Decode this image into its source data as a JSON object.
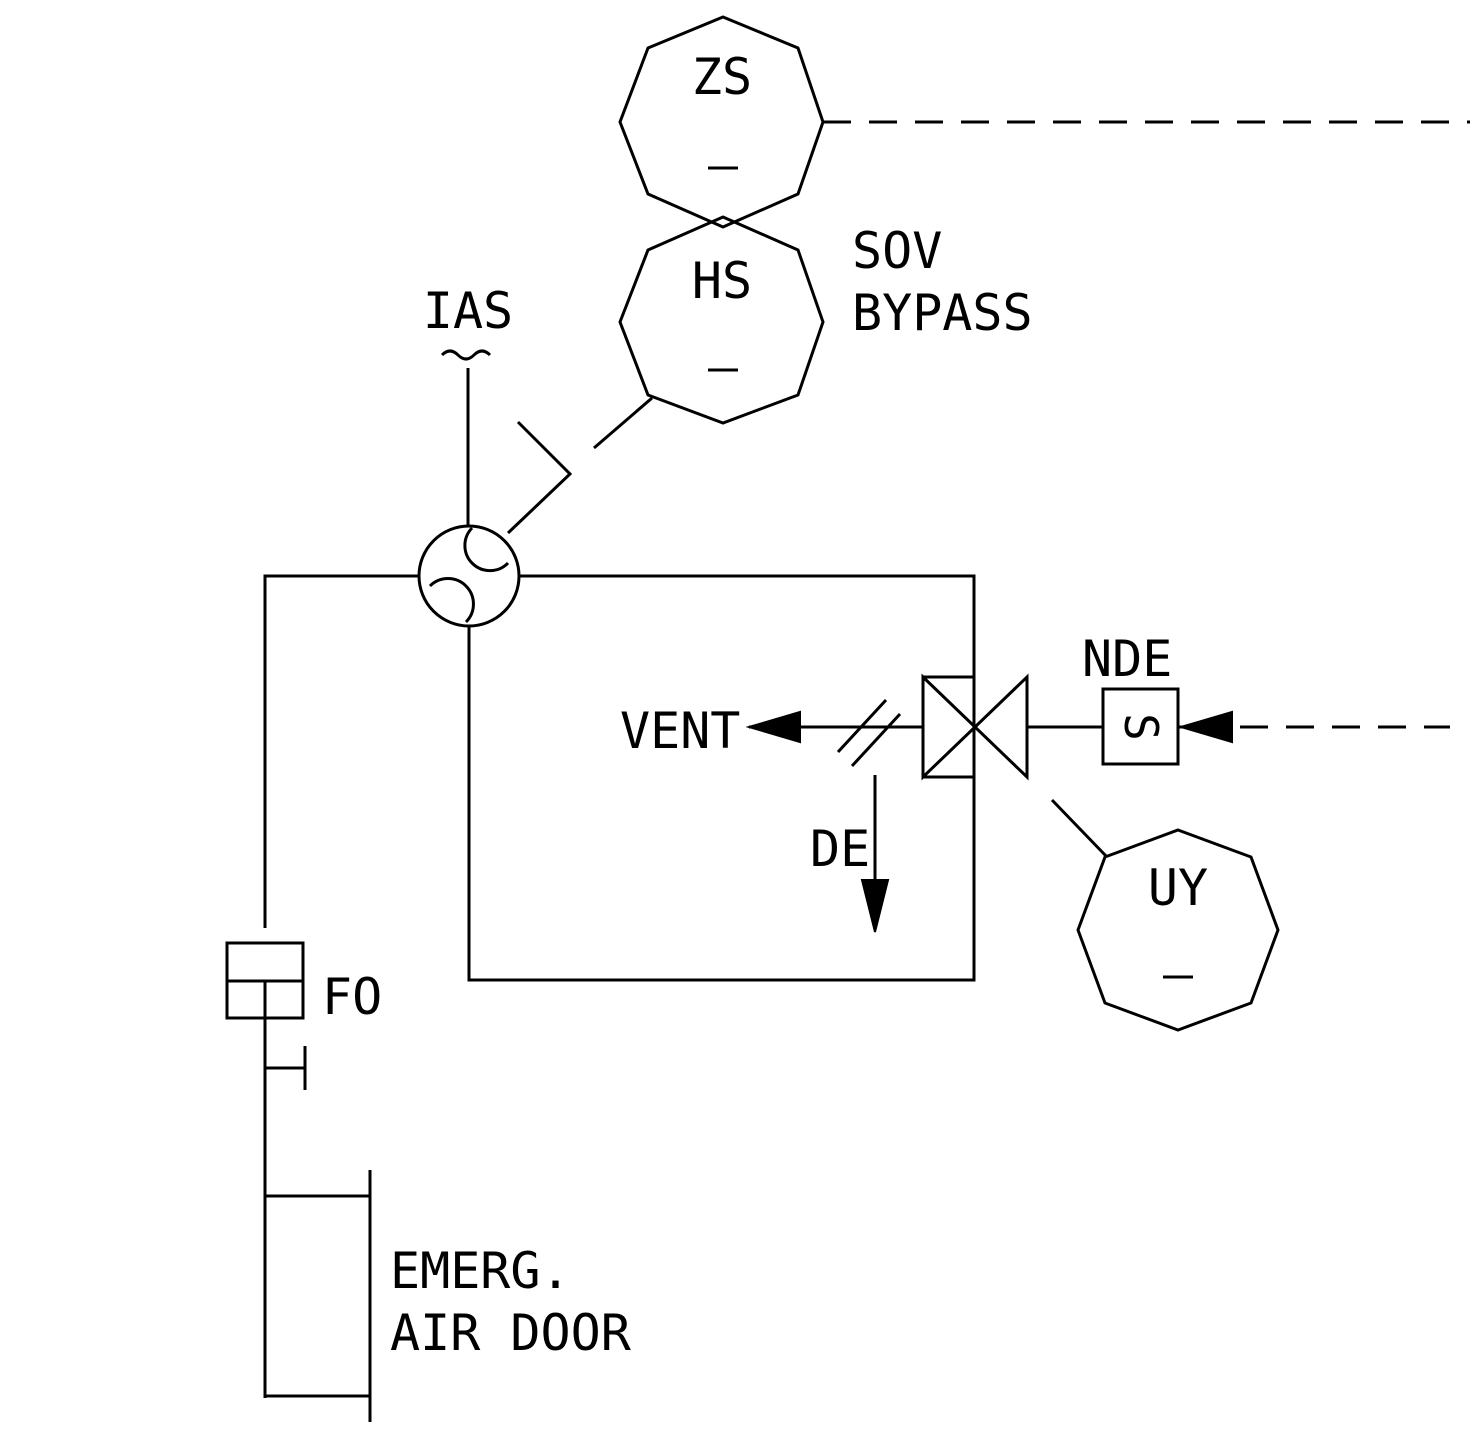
{
  "instruments": {
    "zs": {
      "tag": "ZS",
      "number": "—"
    },
    "hs": {
      "tag": "HS",
      "number": "—"
    },
    "uy": {
      "tag": "UY",
      "number": "—"
    }
  },
  "labels": {
    "sov_line1": "SOV",
    "sov_line2": "BYPASS",
    "ias": "IAS",
    "nde": "NDE",
    "solenoid": "S",
    "vent": "VENT",
    "de": "DE",
    "fo": "FO",
    "door_line1": "EMERG.",
    "door_line2": "AIR DOOR"
  },
  "colors": {
    "line": "#000000",
    "background": "#ffffff"
  }
}
